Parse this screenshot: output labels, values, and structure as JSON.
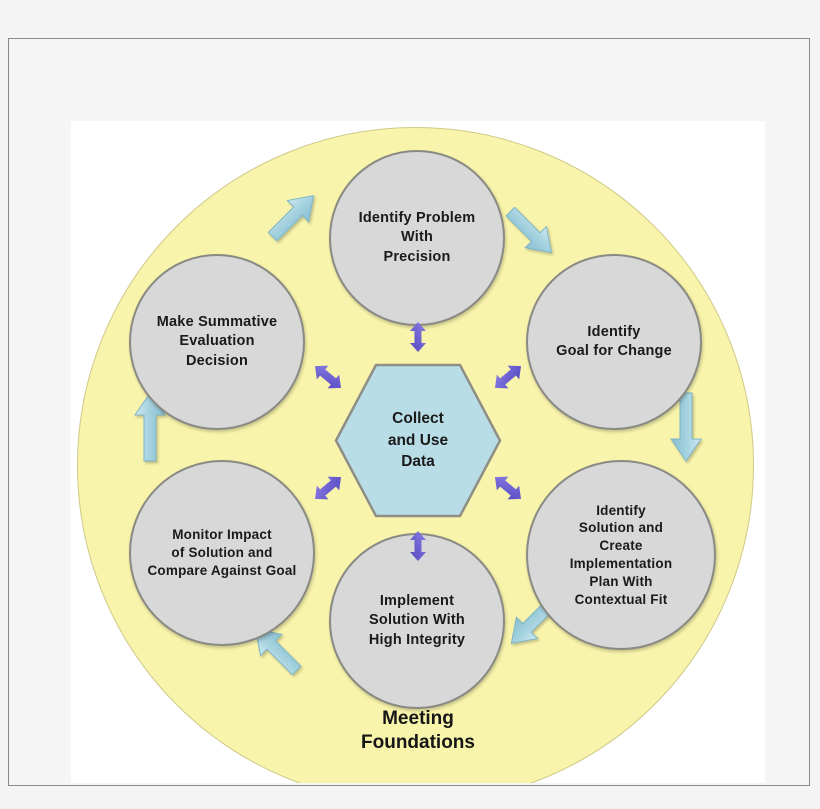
{
  "diagram": {
    "caption": "Meeting Foundations",
    "center": {
      "label": "Collect\nand Use\nData",
      "line1": "Collect",
      "line2": "and Use",
      "line3": "Data",
      "shape": "hexagon",
      "fill": "#b9dde6",
      "stroke": "#8e8e86"
    },
    "ring": {
      "fill": "#f8f4ab",
      "stroke": "#cfc98a"
    },
    "node_style": {
      "fill": "#d8d8d8",
      "stroke": "#8a8a84"
    },
    "flow_arrow_color": "#a6d3e0",
    "link_arrow_color": "#6b5fd0",
    "nodes": [
      {
        "id": "identify-problem",
        "position": "top",
        "lines": [
          "Identify Problem",
          "With",
          "Precision"
        ],
        "text": "Identify Problem With Precision"
      },
      {
        "id": "identify-goal",
        "position": "right-top",
        "lines": [
          "Identify",
          "Goal for Change"
        ],
        "text": "Identify Goal for Change"
      },
      {
        "id": "identify-solution",
        "position": "right-bottom",
        "lines": [
          "Identify",
          "Solution and",
          "Create",
          "Implementation",
          "Plan With",
          "Contextual Fit"
        ],
        "text": "Identify Solution and Create Implementation Plan With Contextual Fit"
      },
      {
        "id": "implement-solution",
        "position": "bottom",
        "lines": [
          "Implement",
          "Solution With",
          "High Integrity"
        ],
        "text": "Implement Solution With High Integrity"
      },
      {
        "id": "monitor-impact",
        "position": "left-bottom",
        "lines": [
          "Monitor Impact",
          "of Solution and",
          "Compare Against Goal"
        ],
        "text": "Monitor Impact of Solution and Compare Against Goal"
      },
      {
        "id": "summative-evaluation",
        "position": "left-top",
        "lines": [
          "Make Summative",
          "Evaluation",
          "Decision"
        ],
        "text": "Make Summative Evaluation Decision"
      }
    ],
    "flow_arrows": [
      {
        "id": "arrow-top-left-to-top",
        "direction": "up-right",
        "from": "summative-evaluation",
        "to": "identify-problem"
      },
      {
        "id": "arrow-top-to-right-top",
        "direction": "down-right",
        "from": "identify-problem",
        "to": "identify-goal"
      },
      {
        "id": "arrow-right-top-to-right-bot",
        "direction": "down",
        "from": "identify-goal",
        "to": "identify-solution"
      },
      {
        "id": "arrow-right-bot-to-bottom",
        "direction": "down-left",
        "from": "identify-solution",
        "to": "implement-solution"
      },
      {
        "id": "arrow-bottom-to-left-bot",
        "direction": "up-left",
        "from": "implement-solution",
        "to": "monitor-impact"
      },
      {
        "id": "arrow-left-bot-to-left-top",
        "direction": "up",
        "from": "monitor-impact",
        "to": "summative-evaluation"
      }
    ],
    "link_arrows": [
      {
        "id": "link-center-to-top",
        "direction": "vertical",
        "connects": [
          "Collect and Use Data",
          "Identify Problem With Precision"
        ]
      },
      {
        "id": "link-center-to-right-top",
        "direction": "diagonal-ne",
        "connects": [
          "Collect and Use Data",
          "Identify Goal for Change"
        ]
      },
      {
        "id": "link-center-to-right-bot",
        "direction": "diagonal-se",
        "connects": [
          "Collect and Use Data",
          "Identify Solution and Create Implementation Plan With Contextual Fit"
        ]
      },
      {
        "id": "link-center-to-bottom",
        "direction": "vertical",
        "connects": [
          "Collect and Use Data",
          "Implement Solution With High Integrity"
        ]
      },
      {
        "id": "link-center-to-left-bot",
        "direction": "diagonal-sw",
        "connects": [
          "Collect and Use Data",
          "Monitor Impact of Solution and Compare Against Goal"
        ]
      },
      {
        "id": "link-center-to-left-top",
        "direction": "diagonal-nw",
        "connects": [
          "Collect and Use Data",
          "Make Summative Evaluation Decision"
        ]
      }
    ]
  }
}
